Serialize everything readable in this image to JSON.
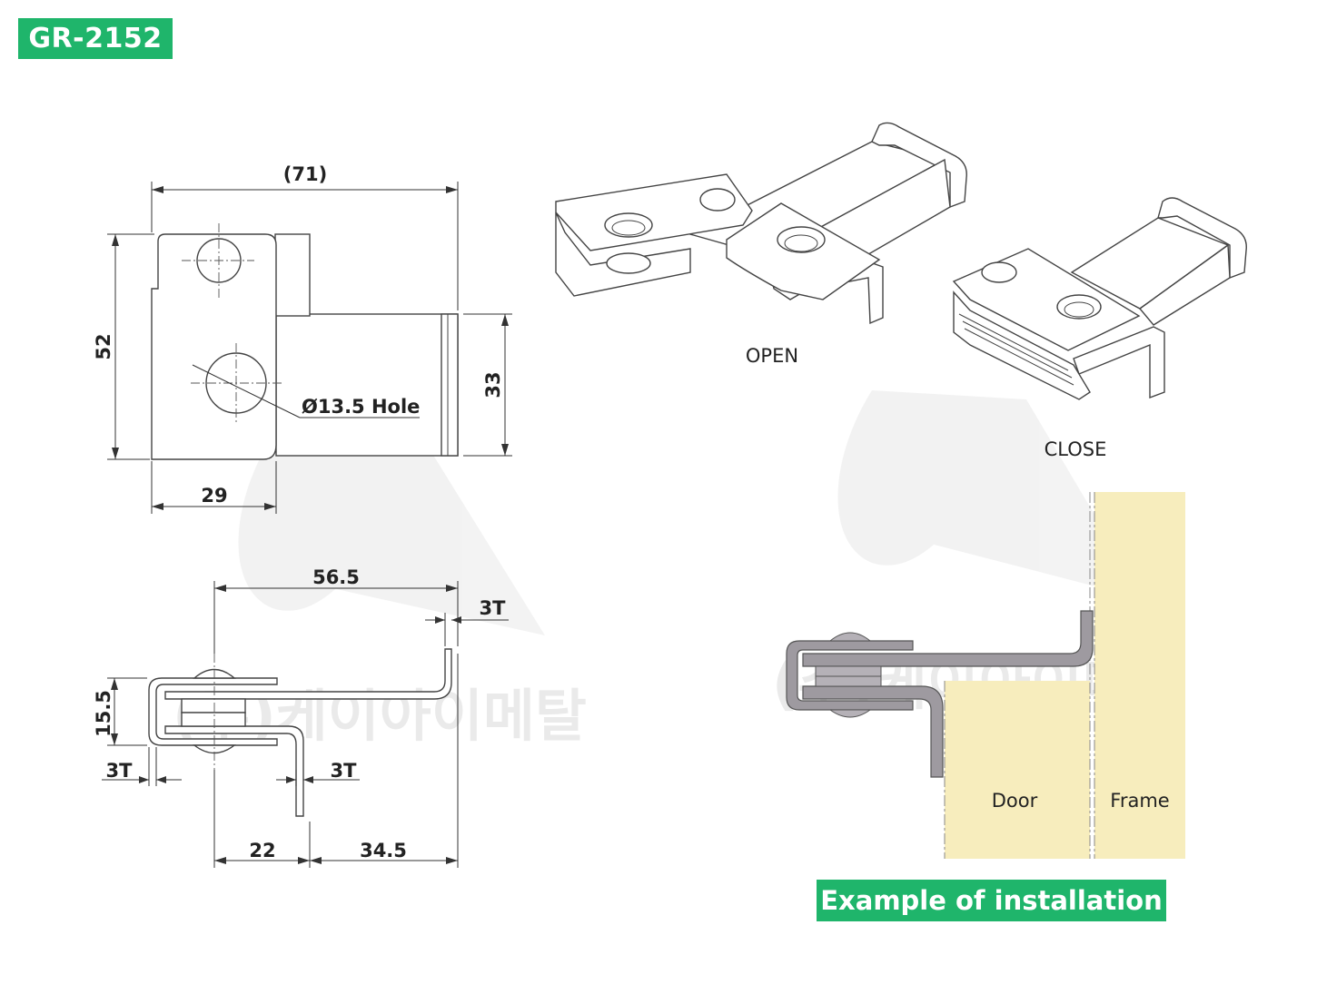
{
  "header": {
    "model": "GR-2152"
  },
  "front_view": {
    "overall_width": "(71)",
    "height": "52",
    "bracket_height": "33",
    "left_width": "29",
    "hole_callout": "Ø13.5 Hole"
  },
  "side_view": {
    "span": "56.5",
    "thickness_right": "3T",
    "height": "15.5",
    "thickness_left": "3T",
    "thickness_bottom": "3T",
    "left_offset": "22",
    "right_offset": "34.5"
  },
  "iso_views": {
    "open_label": "OPEN",
    "close_label": "CLOSE"
  },
  "installation": {
    "door_label": "Door",
    "frame_label": "Frame",
    "title": "Example of installation"
  },
  "watermark": {
    "text": "(주)케이아이메탈"
  },
  "colors": {
    "badge": "#1fb56b",
    "wood": "#f7edbd",
    "steel_section": "#9e9aa0"
  }
}
